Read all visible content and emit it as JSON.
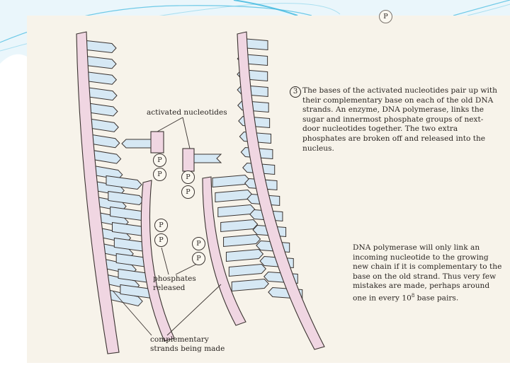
{
  "labels": {
    "activated": "activated nucleotides",
    "phosphates": "phosphates\nreleased",
    "complementary": "complementary\nstrands being made"
  },
  "step": {
    "number": "3",
    "text": "The bases of the activated nucleotides pair up with their complementary base on each of the old DNA strands. An enzyme, DNA polymerase, links the sugar and innermost phosphate groups of next-door nucleotides together. The two extra phosphates are broken off and released into the nucleus."
  },
  "note": {
    "text_before": "DNA polymerase will only link an incoming nucleotide to the growing new chain if it is complementary to the base on the old strand. Thus very few mistakes are made, perhaps around one in every 10",
    "exponent": "8",
    "text_after": " base pairs."
  },
  "phosphate_symbol": "P",
  "colors": {
    "backbone": "#f0d6e2",
    "base": "#d6e8f4",
    "outline": "#3a3330",
    "page": "#f7f3ea",
    "accent": "#39b7de"
  }
}
